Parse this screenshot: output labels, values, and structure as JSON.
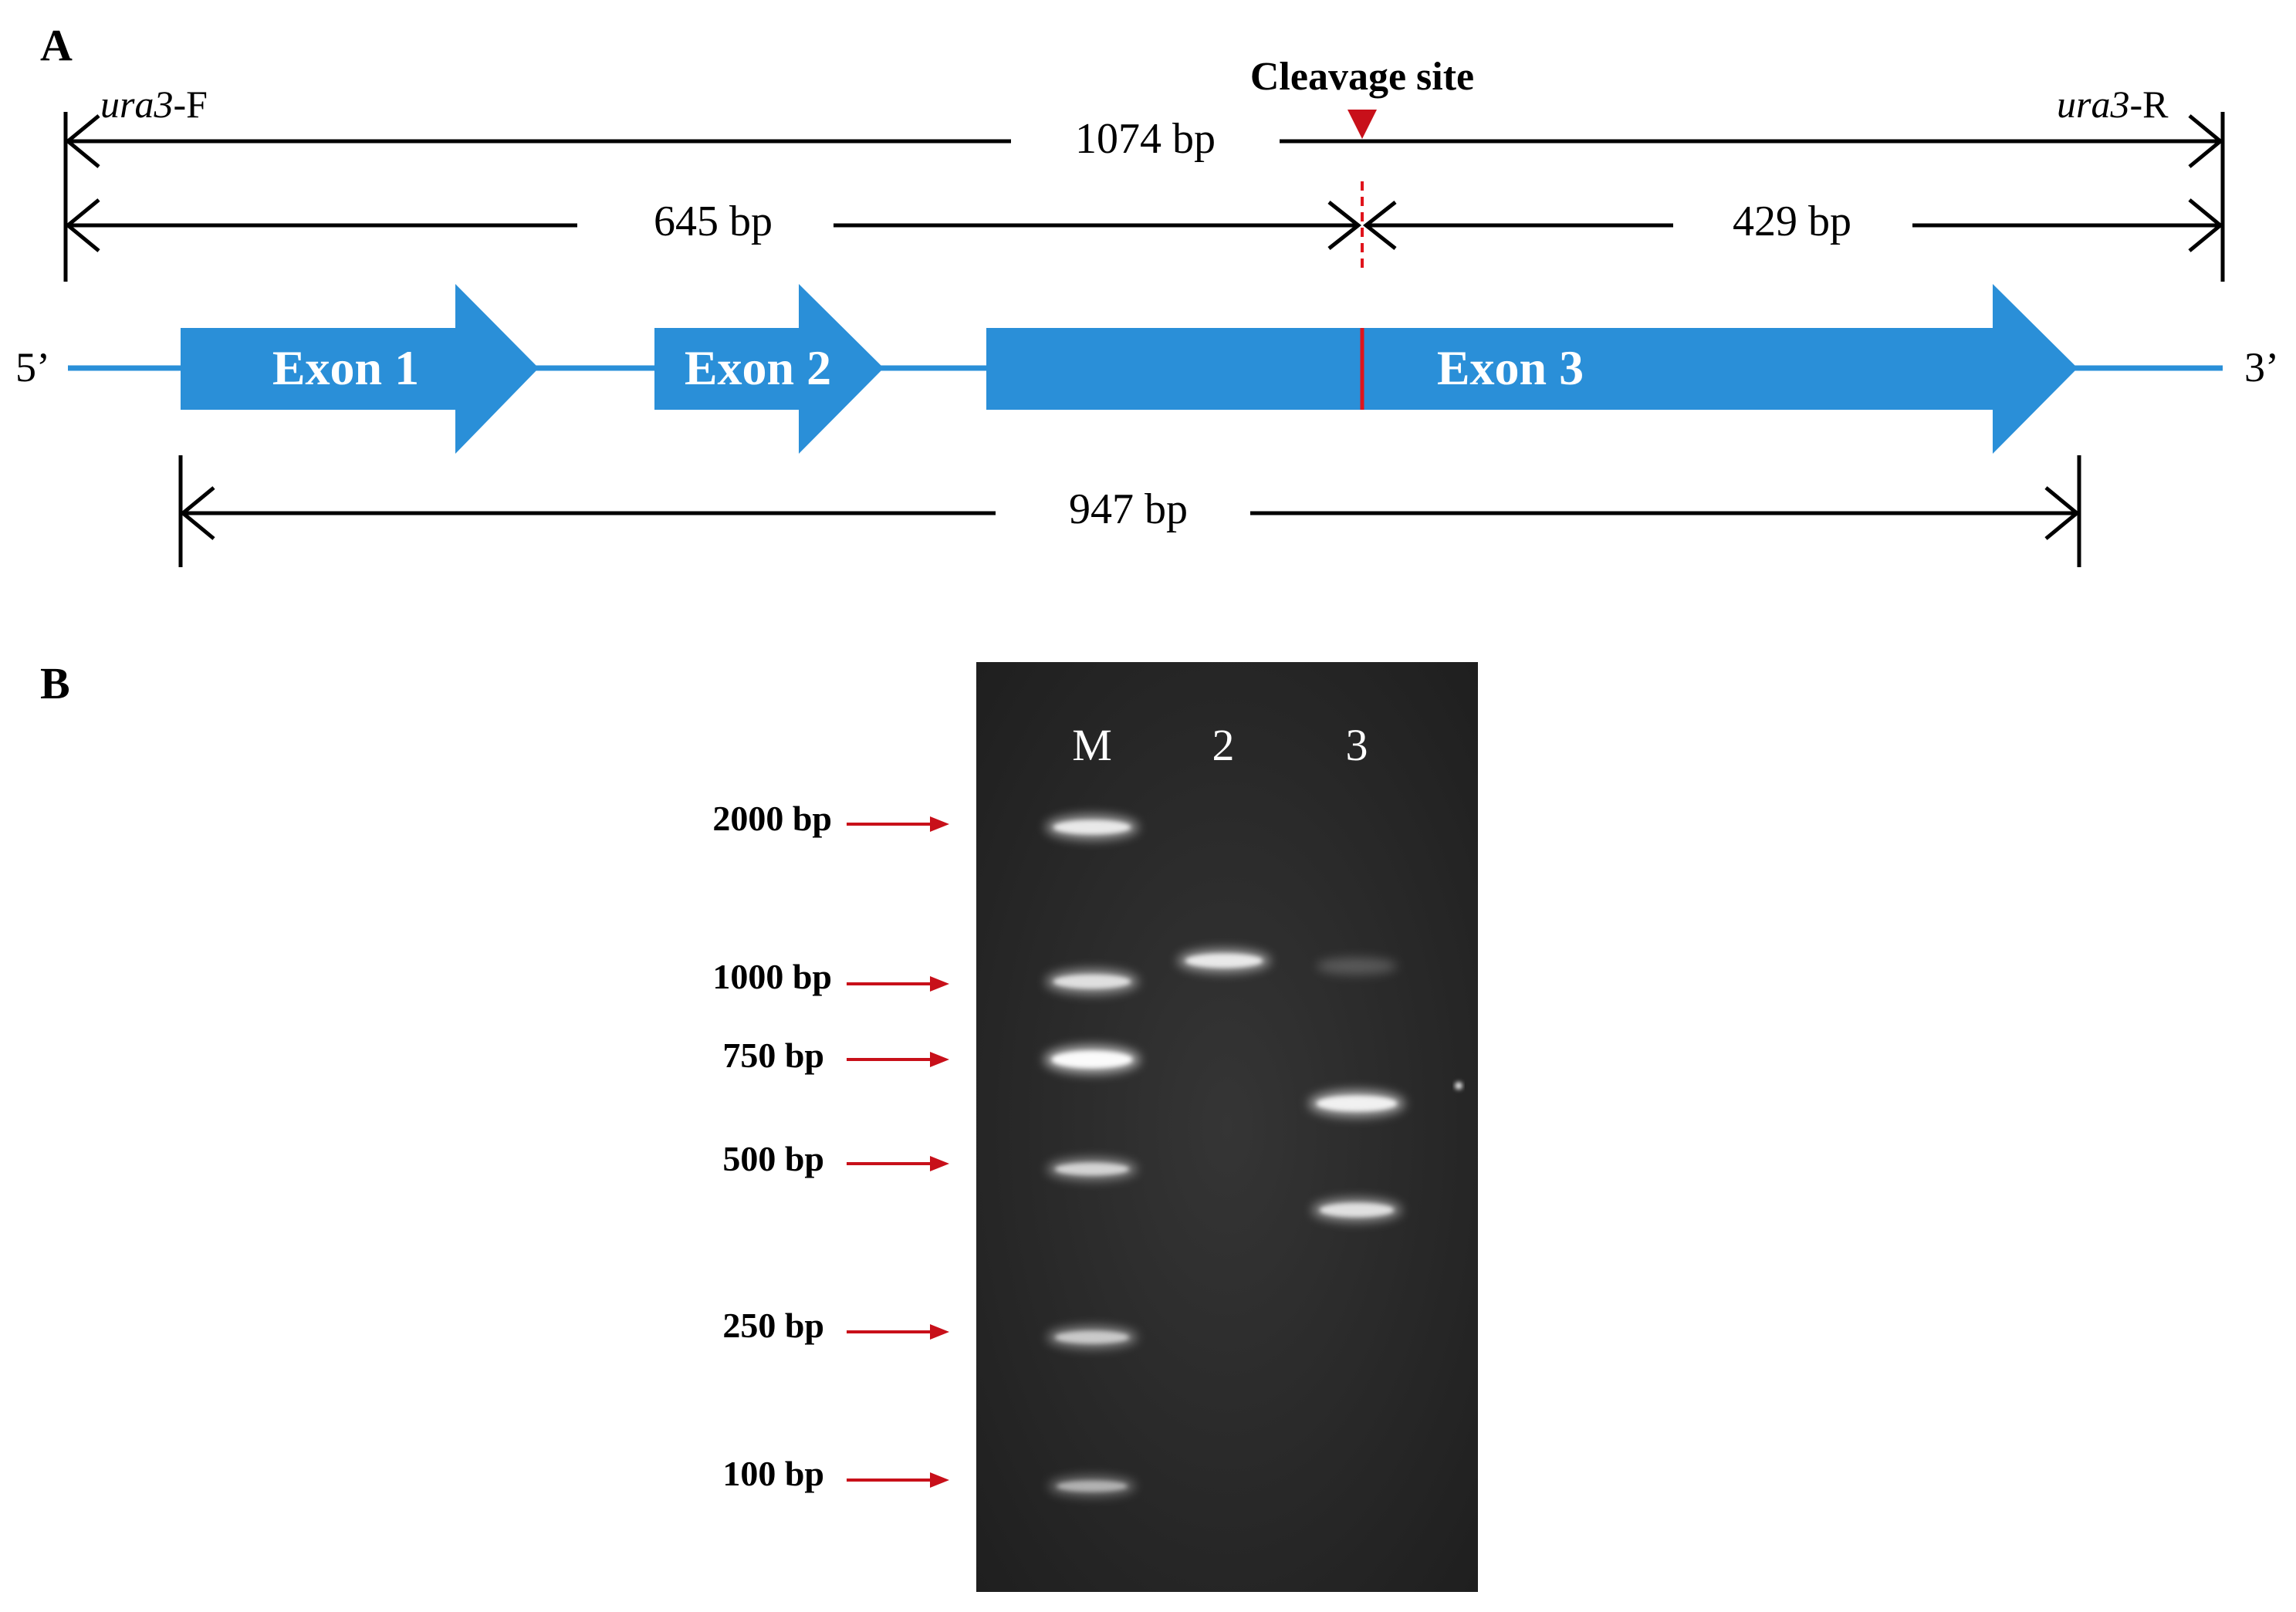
{
  "panel_a": {
    "label": "A",
    "cleavage_label": "Cleavage site",
    "primer_forward": {
      "name": "ura3",
      "suffix": "-F"
    },
    "primer_reverse": {
      "name": "ura3",
      "suffix": "-R"
    },
    "total_length": "1074 bp",
    "left_fragment": "645 bp",
    "right_fragment": "429 bp",
    "cds_length": "947 bp",
    "five_prime": "5’",
    "three_prime": "3’",
    "exons": [
      "Exon 1",
      "Exon 2",
      "Exon 3"
    ]
  },
  "panel_b": {
    "label": "B",
    "lanes": [
      "M",
      "2",
      "3"
    ],
    "markers": [
      "2000 bp",
      "1000 bp",
      "750 bp",
      "500 bp",
      "250 bp",
      "100 bp"
    ]
  },
  "colors": {
    "gene_blue": "#2a8fd8",
    "cut_red": "#e0141c",
    "arrow_red": "#c8101a",
    "gel_bg": "#2b2b2b"
  }
}
